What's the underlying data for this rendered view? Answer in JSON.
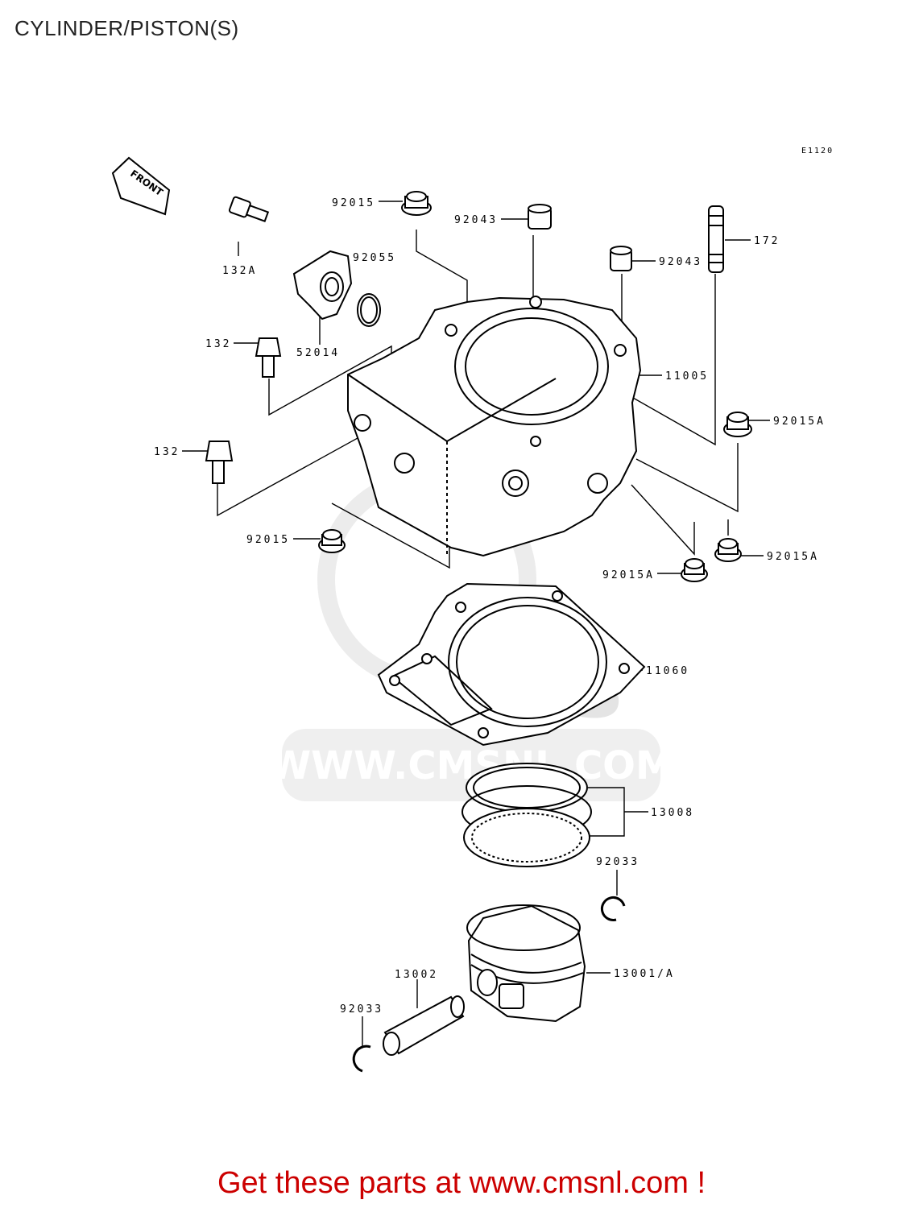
{
  "page": {
    "title": "CYLINDER/PISTON(S)",
    "footer": "Get these parts at www.cmsnl.com !"
  },
  "diagram": {
    "code": "E1120",
    "front_label": "FRONT",
    "watermark": {
      "brand": "cms",
      "url": "WWW.CMSNL.COM"
    },
    "labels": [
      {
        "id": "92015_top",
        "text": "92015"
      },
      {
        "id": "92043_a",
        "text": "92043"
      },
      {
        "id": "172",
        "text": "172"
      },
      {
        "id": "132A",
        "text": "132A"
      },
      {
        "id": "92055",
        "text": "92055"
      },
      {
        "id": "92043_b",
        "text": "92043"
      },
      {
        "id": "52014",
        "text": "52014"
      },
      {
        "id": "132_a",
        "text": "132"
      },
      {
        "id": "11005",
        "text": "11005"
      },
      {
        "id": "92015A_r",
        "text": "92015A"
      },
      {
        "id": "132_b",
        "text": "132"
      },
      {
        "id": "92015_l",
        "text": "92015"
      },
      {
        "id": "92015A_br",
        "text": "92015A"
      },
      {
        "id": "92015A_b",
        "text": "92015A"
      },
      {
        "id": "11060",
        "text": "11060"
      },
      {
        "id": "13008",
        "text": "13008"
      },
      {
        "id": "92033_r",
        "text": "92033"
      },
      {
        "id": "13002",
        "text": "13002"
      },
      {
        "id": "13001A",
        "text": "13001/A"
      },
      {
        "id": "92033_l",
        "text": "92033"
      }
    ]
  },
  "colors": {
    "footer": "#cc0000",
    "ink": "#000000",
    "watermark": "#e4e4e4"
  }
}
